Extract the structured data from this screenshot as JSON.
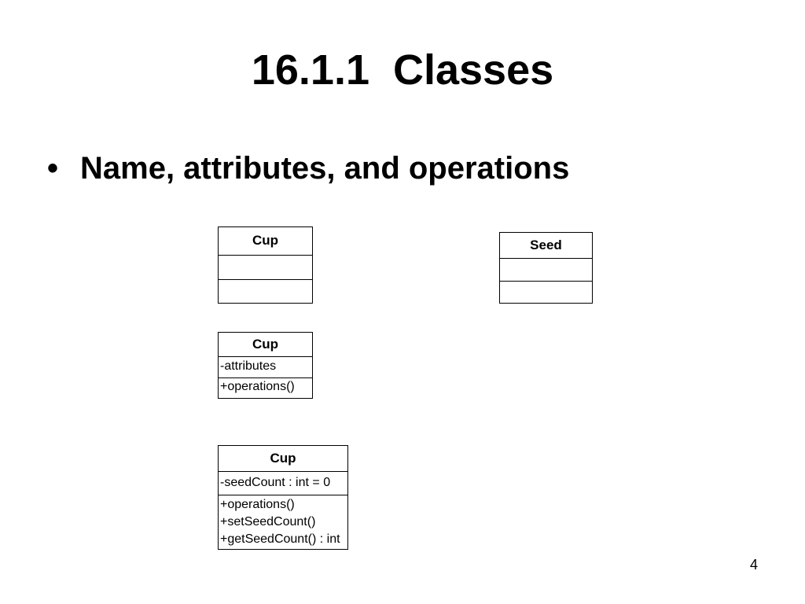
{
  "slide": {
    "title": "16.1.1  Classes",
    "bullet": "Name, attributes, and operations",
    "page_number": "4"
  },
  "classes": {
    "cup_empty": {
      "name": "Cup",
      "attributes": [],
      "operations": []
    },
    "seed": {
      "name": "Seed",
      "attributes": [],
      "operations": []
    },
    "cup_generic": {
      "name": "Cup",
      "attributes": [
        "-attributes"
      ],
      "operations": [
        "+operations()"
      ]
    },
    "cup_detailed": {
      "name": "Cup",
      "attributes": [
        "-seedCount : int = 0"
      ],
      "operations": [
        "+operations()",
        "+setSeedCount()",
        "+getSeedCount() : int"
      ]
    }
  }
}
